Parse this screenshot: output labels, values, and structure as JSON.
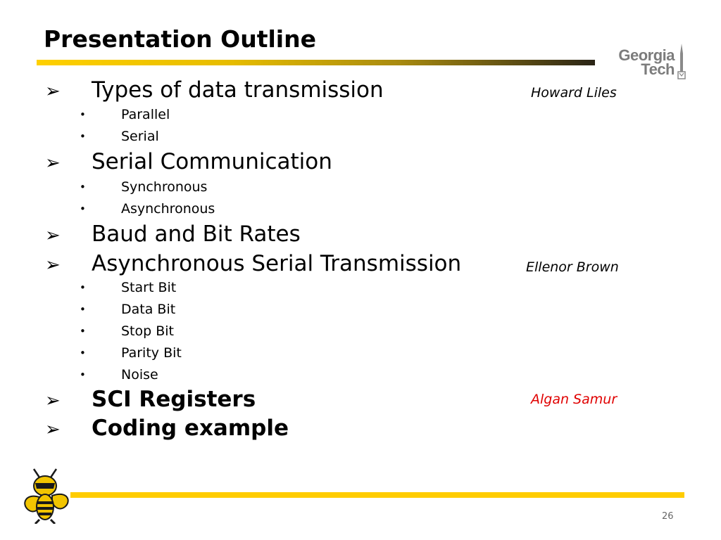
{
  "slide": {
    "title": "Presentation Outline",
    "logo_line1": "Georgia",
    "logo_line2": "Tech",
    "page_number": "26",
    "outline": [
      {
        "label": "Types of data transmission",
        "bold": false
      },
      {
        "label": "Parallel"
      },
      {
        "label": "Serial"
      },
      {
        "label": "Serial Communication",
        "bold": false
      },
      {
        "label": "Synchronous"
      },
      {
        "label": "Asynchronous"
      },
      {
        "label": "Baud and Bit Rates",
        "bold": false
      },
      {
        "label": "Asynchronous Serial Transmission",
        "bold": false
      },
      {
        "label": "Start Bit"
      },
      {
        "label": "Data Bit"
      },
      {
        "label": "Stop Bit"
      },
      {
        "label": "Parity Bit"
      },
      {
        "label": "Noise"
      },
      {
        "label": "SCI Registers",
        "bold": true
      },
      {
        "label": "Coding example",
        "bold": true
      }
    ],
    "presenters": [
      {
        "name": "Howard Liles",
        "color": "#000000"
      },
      {
        "name": "Ellenor Brown",
        "color": "#000000"
      },
      {
        "name": "Algan Samur",
        "color": "#e00000"
      }
    ],
    "colors": {
      "accent": "#ffcc00",
      "logo_gray": "#7c7c7c"
    }
  }
}
